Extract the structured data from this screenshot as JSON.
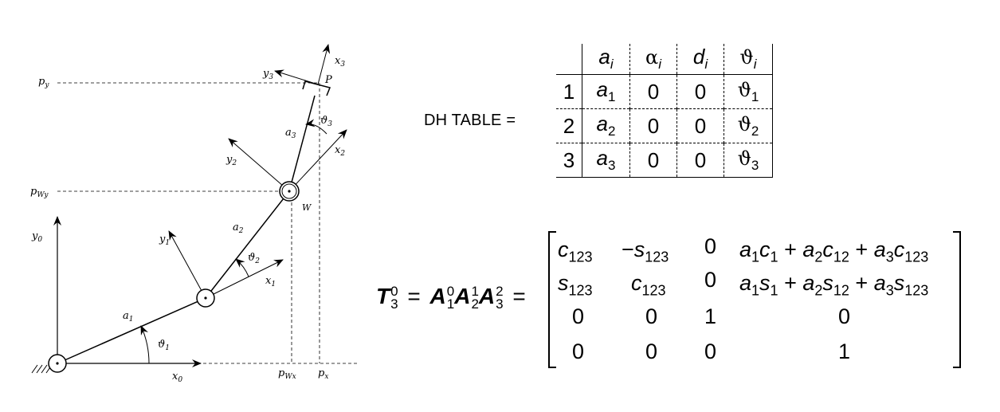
{
  "dh_label": "DH TABLE =",
  "dh_table": {
    "header": [
      "",
      "a_i",
      "α_i",
      "d_i",
      "ϑ_i"
    ],
    "rows": [
      {
        "index": "1",
        "a": "a",
        "a_sub": "1",
        "alpha": "0",
        "d": "0",
        "theta": "ϑ",
        "theta_sub": "1"
      },
      {
        "index": "2",
        "a": "a",
        "a_sub": "2",
        "alpha": "0",
        "d": "0",
        "theta": "ϑ",
        "theta_sub": "2"
      },
      {
        "index": "3",
        "a": "a",
        "a_sub": "3",
        "alpha": "0",
        "d": "0",
        "theta": "ϑ",
        "theta_sub": "3"
      }
    ]
  },
  "equation": {
    "lhs": "T_3^0 = A_1^0 A_2^1 A_3^2 =",
    "matrix": [
      [
        "c_123",
        "−s_123",
        "0",
        "a_1c_1 + a_2c_12 + a_3c_123"
      ],
      [
        "s_123",
        "c_123",
        "0",
        "a_1s_1 + a_2s_12 + a_3s_123"
      ],
      [
        "0",
        "0",
        "1",
        "0"
      ],
      [
        "0",
        "0",
        "0",
        "1"
      ]
    ]
  },
  "diagram": {
    "axis_labels": {
      "x0": "x",
      "x0_sub": "0",
      "y0": "y",
      "y0_sub": "0",
      "x1": "x",
      "x1_sub": "1",
      "y1": "y",
      "y1_sub": "1",
      "x2": "x",
      "x2_sub": "2",
      "y2": "y",
      "y2_sub": "2",
      "x3": "x",
      "x3_sub": "3",
      "y3": "y",
      "y3_sub": "3"
    },
    "link_labels": {
      "a1": "a",
      "a1_sub": "1",
      "a2": "a",
      "a2_sub": "2",
      "a3": "a",
      "a3_sub": "3"
    },
    "angle_labels": {
      "t1": "ϑ",
      "t1_sub": "1",
      "t2": "ϑ",
      "t2_sub": "2",
      "t3": "ϑ",
      "t3_sub": "3"
    },
    "point_labels": {
      "P": "P",
      "W": "W"
    },
    "coord_labels": {
      "py": "p",
      "py_sub": "y",
      "pwy": "p",
      "pwy_sub": "Wy",
      "pwx": "p",
      "pwx_sub": "Wx",
      "px": "p",
      "px_sub": "x"
    }
  }
}
